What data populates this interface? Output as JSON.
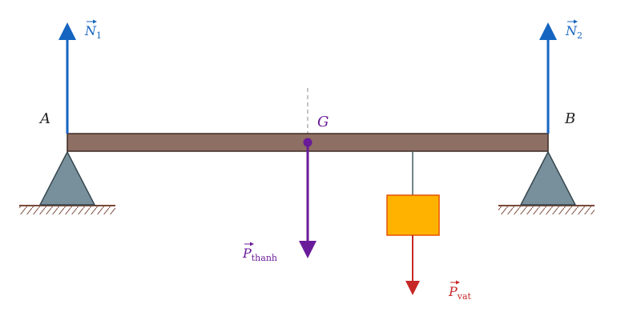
{
  "colors": {
    "beam_fill": "#8e6f63",
    "beam_stroke": "#3b2a24",
    "support_fill": "#78909c",
    "support_stroke": "#37474f",
    "ground": "#7a4a3a",
    "normal_force": "#1565c0",
    "beam_weight": "#6a1b9a",
    "object_fill": "#ffb300",
    "object_stroke": "#e65100",
    "object_weight": "#c62828",
    "string": "#455a64",
    "centerline": "#9e9e9e"
  },
  "labels": {
    "point_a": "A",
    "point_b": "B",
    "center_g": "G",
    "n1": {
      "symbol": "N",
      "sub": "1"
    },
    "n2": {
      "symbol": "N",
      "sub": "2"
    },
    "p_beam": {
      "symbol": "P",
      "sub": "thanh"
    },
    "p_object": {
      "symbol": "P",
      "sub": "vat"
    }
  }
}
